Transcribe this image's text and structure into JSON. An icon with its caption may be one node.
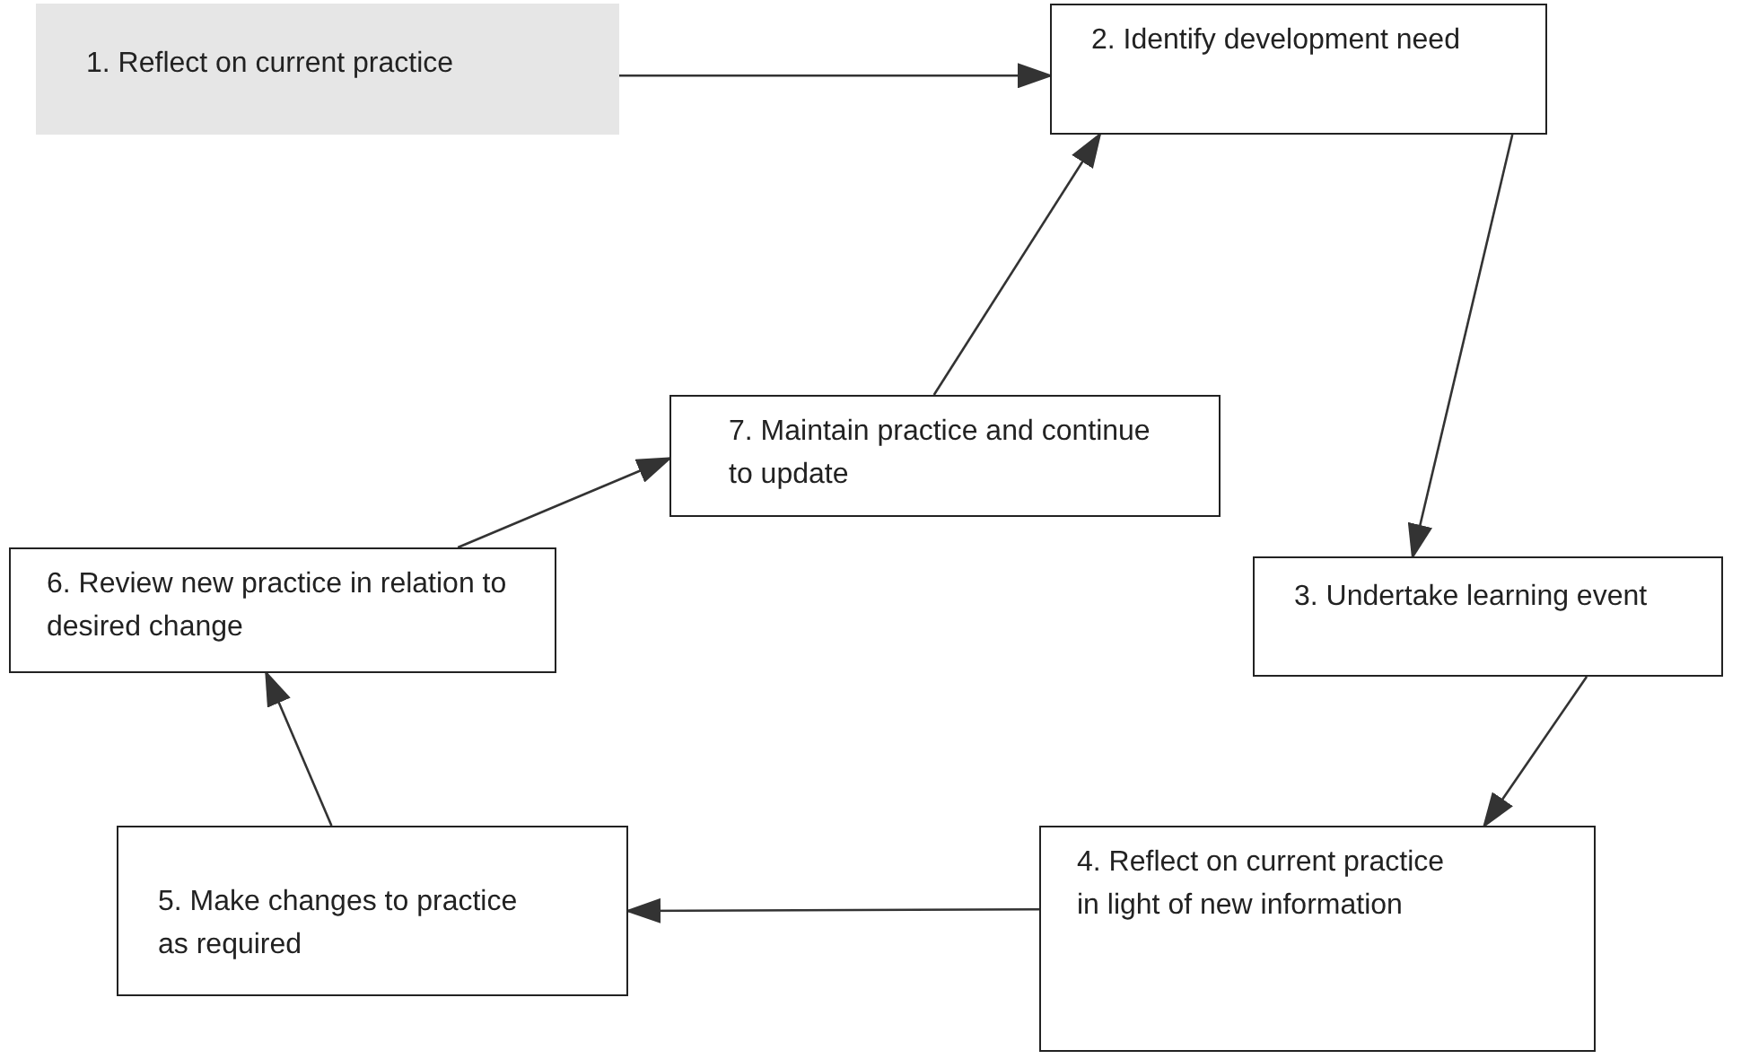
{
  "diagram": {
    "nodes": [
      {
        "text": [
          "1. Reflect on current practice"
        ]
      },
      {
        "text": [
          "2. Identify  development need"
        ]
      },
      {
        "text": [
          "3. Undertake learning event"
        ]
      },
      {
        "text": [
          "4. Reflect on current practice in light of new information"
        ]
      },
      {
        "text": [
          "5. Make changes to practice as required"
        ]
      },
      {
        "text": [
          "6. Review new practice in relation to desired change"
        ]
      },
      {
        "text": [
          "7. Maintain practice and continue to update"
        ]
      }
    ],
    "edges": [
      {
        "from": 0,
        "to": 1,
        "arrow": "to"
      },
      {
        "from": 1,
        "to": 2,
        "arrow": "to"
      },
      {
        "from": 2,
        "to": 3,
        "arrow": "to"
      },
      {
        "from": 3,
        "to": 4,
        "arrow": "to"
      },
      {
        "from": 4,
        "to": 5,
        "arrow": "to"
      },
      {
        "from": 5,
        "to": 6,
        "arrow": "to"
      },
      {
        "from": 6,
        "to": 1,
        "arrow": "to"
      }
    ]
  }
}
